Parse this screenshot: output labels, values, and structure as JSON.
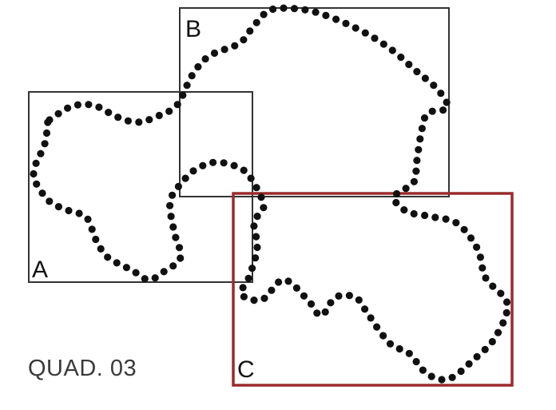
{
  "diagram": {
    "caption": "QUAD. 03",
    "boxes": [
      {
        "id": "A",
        "label": "A",
        "color": "#333333"
      },
      {
        "id": "B",
        "label": "B",
        "color": "#333333"
      },
      {
        "id": "C",
        "label": "C",
        "color": "#9b2b2b"
      }
    ],
    "dot_color": "#111111",
    "background": "#ffffff"
  }
}
